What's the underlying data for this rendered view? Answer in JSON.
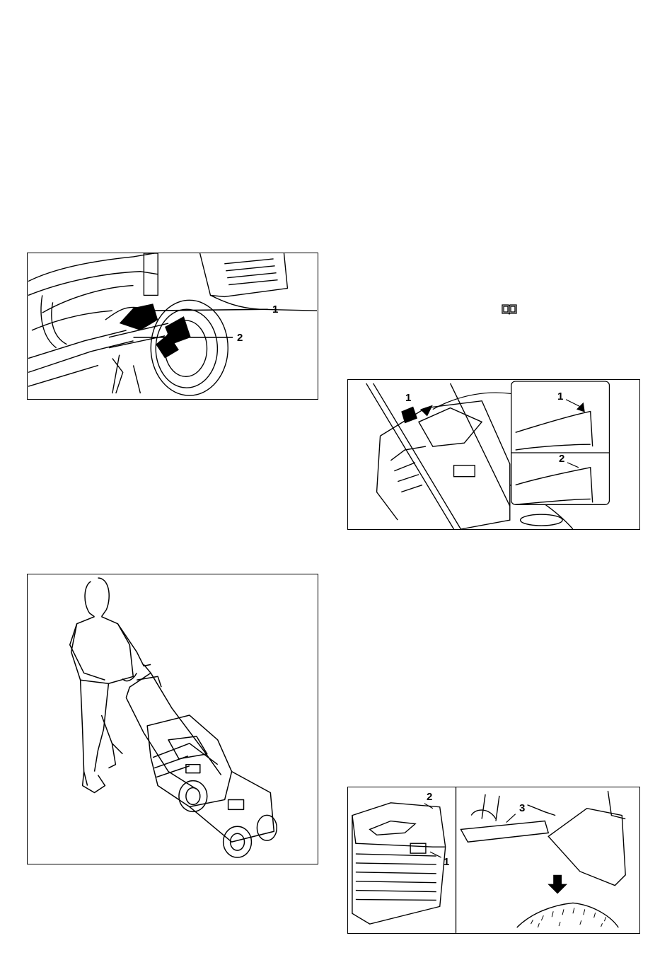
{
  "figures": {
    "height_adjust": {
      "callouts": [
        "1",
        "2"
      ]
    },
    "catcher_indicator": {
      "callouts": [
        "1",
        "2"
      ]
    },
    "operator": {
      "callouts": []
    },
    "catcher_empty": {
      "callouts": [
        "2",
        "1",
        "3"
      ]
    }
  },
  "manual_reference_icon": "book-icon"
}
